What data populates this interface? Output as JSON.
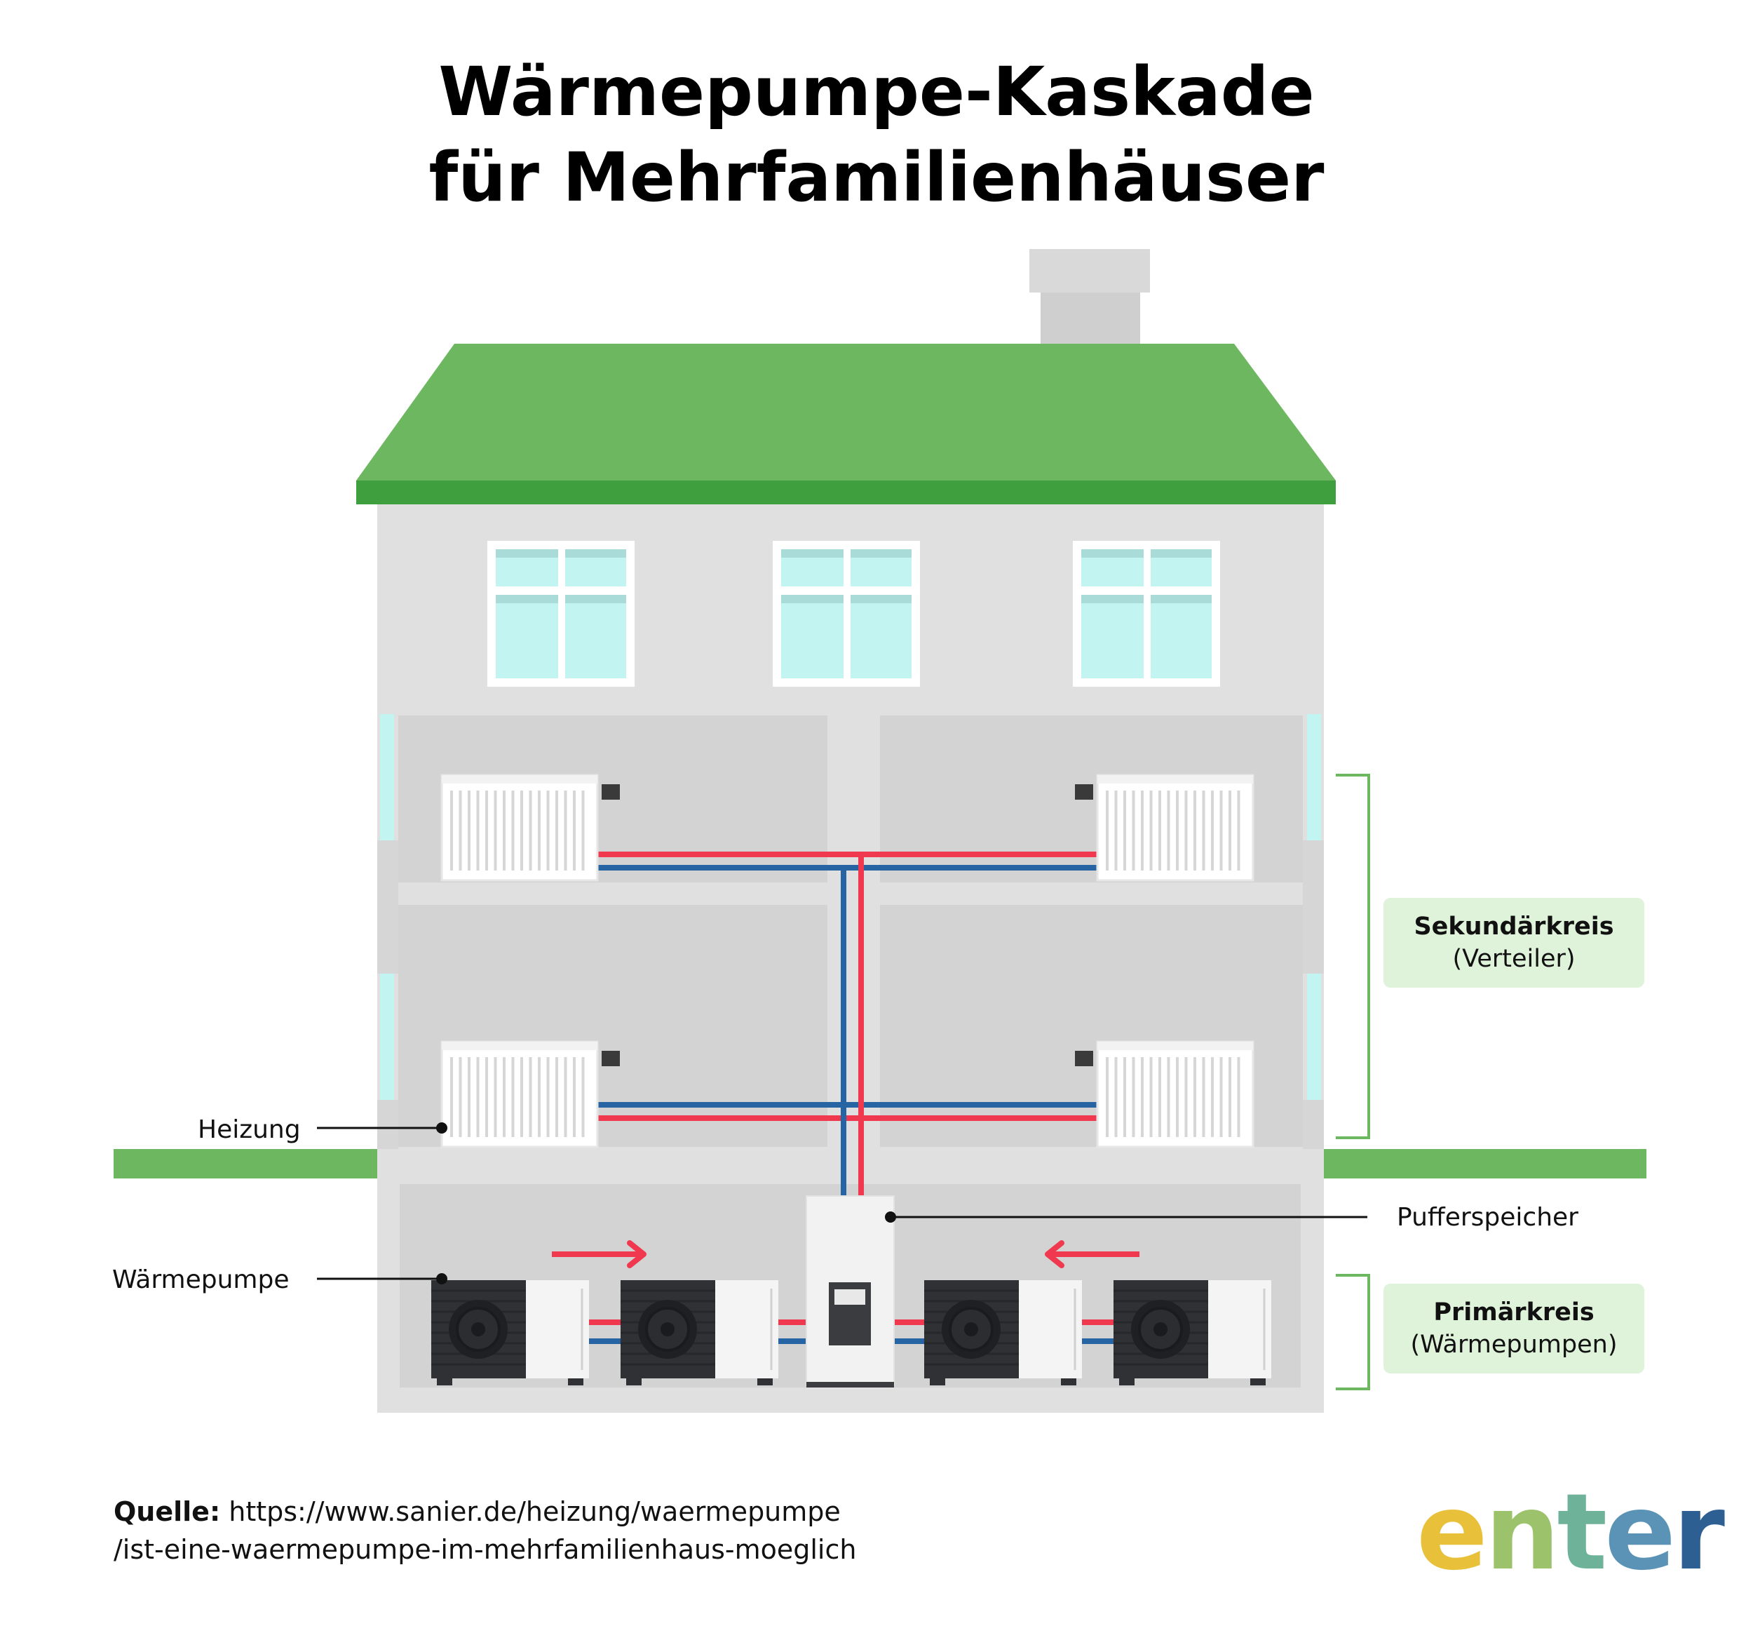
{
  "title": {
    "line1": "Wärmepumpe-Kaskade",
    "line2": "für Mehrfamilienhäuser"
  },
  "labels": {
    "heizung": "Heizung",
    "waermepumpe": "Wärmepumpe",
    "pufferspeicher": "Pufferspeicher",
    "sekundaer_title": "Sekundärkreis",
    "sekundaer_sub": "(Verteiler)",
    "primaer_title": "Primärkreis",
    "primaer_sub": "(Wärmepumpen)"
  },
  "source": {
    "prefix": "Quelle:",
    "line1": "https://www.sanier.de/heizung/waermepumpe",
    "line2": "/ist-eine-waermepumpe-im-mehrfamilienhaus-moeglich"
  },
  "logo": {
    "letters": [
      "e",
      "n",
      "t",
      "e",
      "r"
    ],
    "colors": [
      "#e9c03a",
      "#9cc36b",
      "#6fb29a",
      "#5a93b5",
      "#2e5f93"
    ]
  },
  "colors": {
    "roof": "#6cb75f",
    "roof_eave": "#3f9f3f",
    "ground": "#6cb75f",
    "wall": "#e0e0e0",
    "room": "#d3d3d3",
    "window_glass": "#c2f5f1",
    "hot_pipe": "#f0384f",
    "cold_pipe": "#2764a3",
    "bracket": "#6cb75f",
    "label_box": "#dff2da"
  },
  "icons": [
    "radiator-icon",
    "heat-pump-fan-icon",
    "buffer-tank-icon",
    "flow-arrow-icon",
    "thermostat-icon"
  ]
}
